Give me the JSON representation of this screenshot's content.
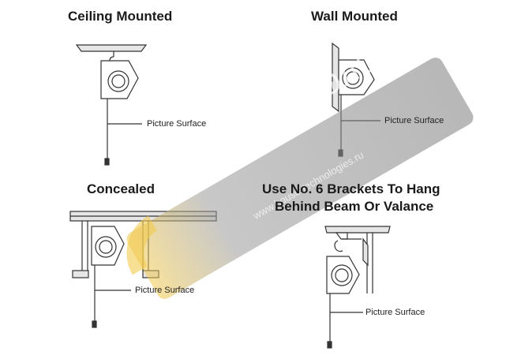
{
  "titles": {
    "ceiling": "Ceiling Mounted",
    "wall": "Wall Mounted",
    "concealed": "Concealed",
    "brackets_line1": "Use No. 6 Brackets To Hang",
    "brackets_line2": "Behind Beam Or Valance"
  },
  "labels": {
    "ceiling_surface": "Picture Surface",
    "wall_surface": "Picture Surface",
    "concealed_surface": "Picture Surface",
    "brackets_surface": "Picture Surface"
  },
  "watermark": {
    "brand": "ДОМ ТЕХНОЛОГИЙ",
    "phone": "+7 (495) 22...-77",
    "site": "www.house-technologies.ru"
  },
  "colors": {
    "line": "#333333",
    "watermark_band": "#8c8c8c",
    "watermark_accent": "#f2c94c"
  }
}
